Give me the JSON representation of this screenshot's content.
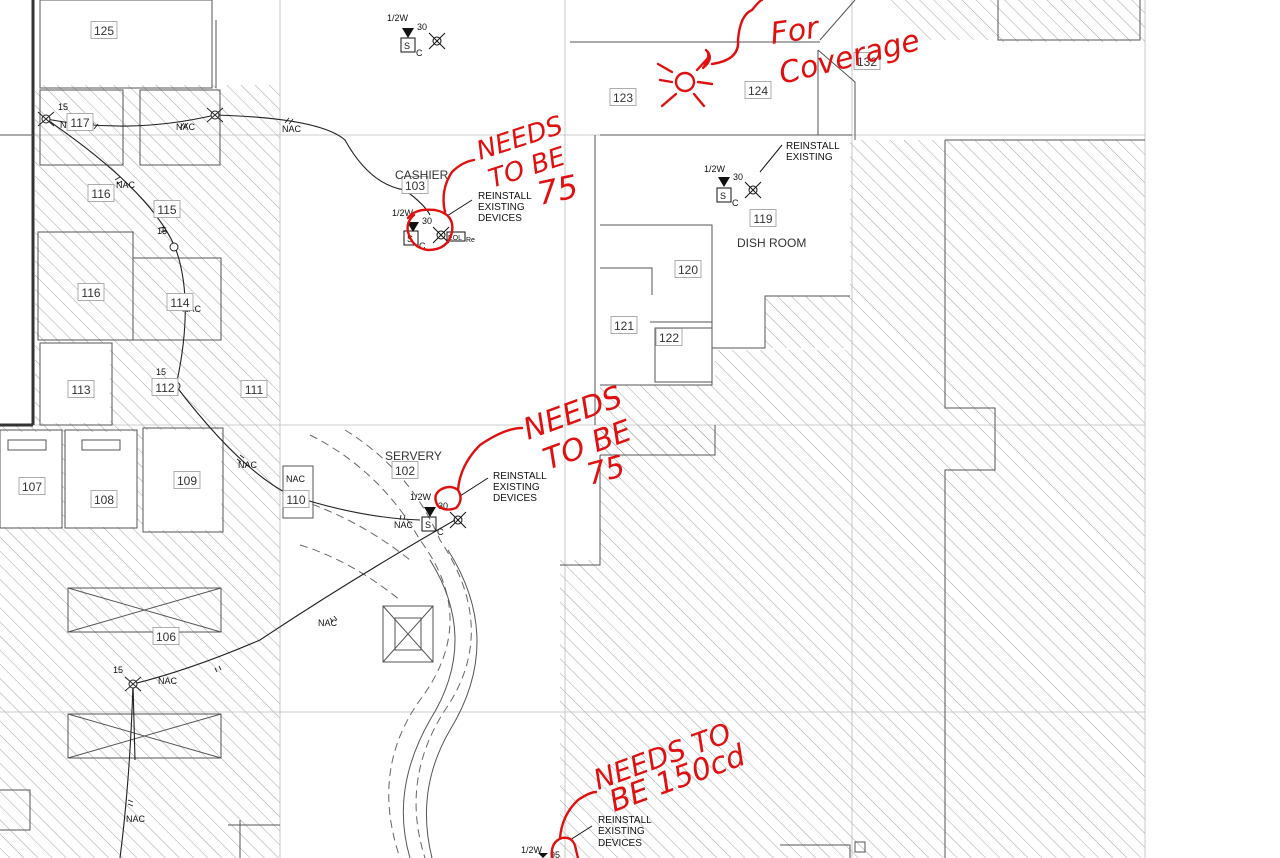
{
  "rooms": [
    {
      "id": "r125",
      "num": "125"
    },
    {
      "id": "r116a",
      "num": "116"
    },
    {
      "id": "r115",
      "num": "115"
    },
    {
      "id": "r116b",
      "num": "116"
    },
    {
      "id": "r114",
      "num": "114"
    },
    {
      "id": "r113",
      "num": "113"
    },
    {
      "id": "r112",
      "num": "112"
    },
    {
      "id": "r111",
      "num": "111"
    },
    {
      "id": "r107",
      "num": "107"
    },
    {
      "id": "r108",
      "num": "108"
    },
    {
      "id": "r109",
      "num": "109"
    },
    {
      "id": "r110",
      "num": "110"
    },
    {
      "id": "r106",
      "num": "106"
    },
    {
      "id": "r103",
      "num": "103"
    },
    {
      "id": "r102",
      "num": "102"
    },
    {
      "id": "r123",
      "num": "123"
    },
    {
      "id": "r124",
      "num": "124"
    },
    {
      "id": "r132",
      "num": "132"
    },
    {
      "id": "r119",
      "num": "119"
    },
    {
      "id": "r120",
      "num": "120"
    },
    {
      "id": "r121",
      "num": "121"
    },
    {
      "id": "r122",
      "num": "122"
    },
    {
      "id": "r117",
      "num": "117"
    }
  ],
  "room_names": {
    "cashier": "CASHIER",
    "servery": "SERVERY",
    "dish_room": "DISH ROOM"
  },
  "device_notes": {
    "cashier": [
      "REINSTALL",
      "EXISTING",
      "DEVICES"
    ],
    "servery": [
      "REINSTALL",
      "EXISTING",
      "DEVICES"
    ],
    "bottom": [
      "REINSTALL",
      "EXISTING",
      "DEVICES"
    ],
    "dish": [
      "REINSTALL",
      "EXISTING"
    ]
  },
  "device_ratings": {
    "top": "30",
    "cashier": "30",
    "servery": "30",
    "dish": "30",
    "bottom": "95",
    "wire_15a": "15",
    "wire_15b": "15",
    "wire_15c": "15",
    "wire_15d": "15"
  },
  "device_tags": {
    "wattage": "1/2W",
    "strobe": "S",
    "candela": "C",
    "eol": "EOL",
    "re": "Re"
  },
  "circuit_label": "NAC",
  "markups": {
    "coverage": [
      "For",
      "Coverage"
    ],
    "cashier": [
      "NEEDS",
      "TO BE",
      "75"
    ],
    "servery": [
      "NEEDS",
      "TO BE",
      "75"
    ],
    "bottom": [
      "NEEDS TO",
      "BE 150cd"
    ]
  },
  "colors": {
    "markup_red": "#e01010",
    "line": "#222222",
    "wall": "#555555",
    "hatch": "#999999"
  }
}
